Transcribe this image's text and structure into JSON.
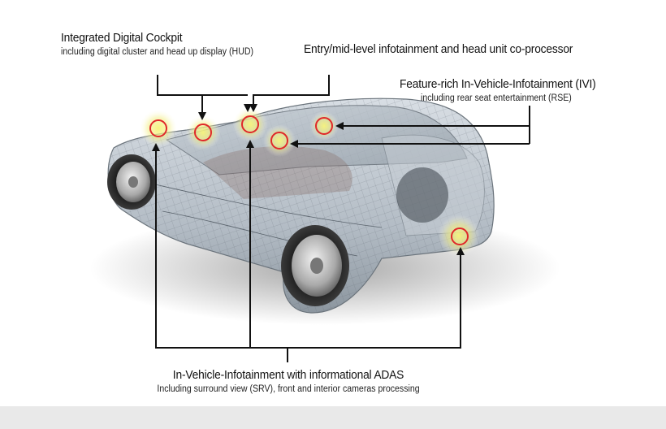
{
  "callouts": {
    "cockpit": {
      "title": "Integrated Digital Cockpit",
      "subtitle": "including digital cluster and head up display (HUD)"
    },
    "entry": {
      "title": "Entry/mid-level infotainment and head unit co-processor"
    },
    "ivi": {
      "title": "Feature-rich In-Vehicle-Infotainment (IVI)",
      "subtitle": "including rear seat entertainment (RSE)"
    },
    "adas": {
      "title": "In-Vehicle-Infotainment with informational ADAS",
      "subtitle": "Including surround view (SRV), front and interior cameras processing"
    }
  },
  "colors": {
    "marker_ring": "#e0282a",
    "marker_glow": "#f5f07a",
    "connector": "#111111",
    "car_body": "#b7c2cc"
  }
}
